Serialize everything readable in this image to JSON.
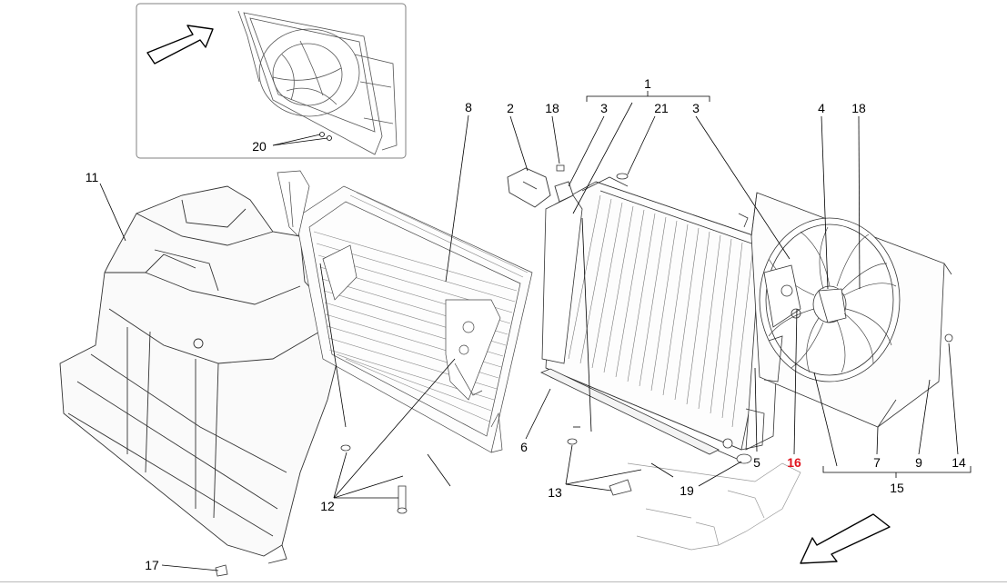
{
  "diagram": {
    "callouts": {
      "c1": "1",
      "c2": "2",
      "c3a": "3",
      "c3b": "3",
      "c4": "4",
      "c5": "5",
      "c6": "6",
      "c7": "7",
      "c8": "8",
      "c9": "9",
      "c11": "11",
      "c12": "12",
      "c13": "13",
      "c14": "14",
      "c15": "15",
      "c16": "16",
      "c17": "17",
      "c18a": "18",
      "c18b": "18",
      "c19": "19",
      "c20": "20",
      "c21": "21"
    },
    "highlight_color": "#e0141e",
    "line_color": "#000000",
    "inset_border_color": "#808080"
  }
}
